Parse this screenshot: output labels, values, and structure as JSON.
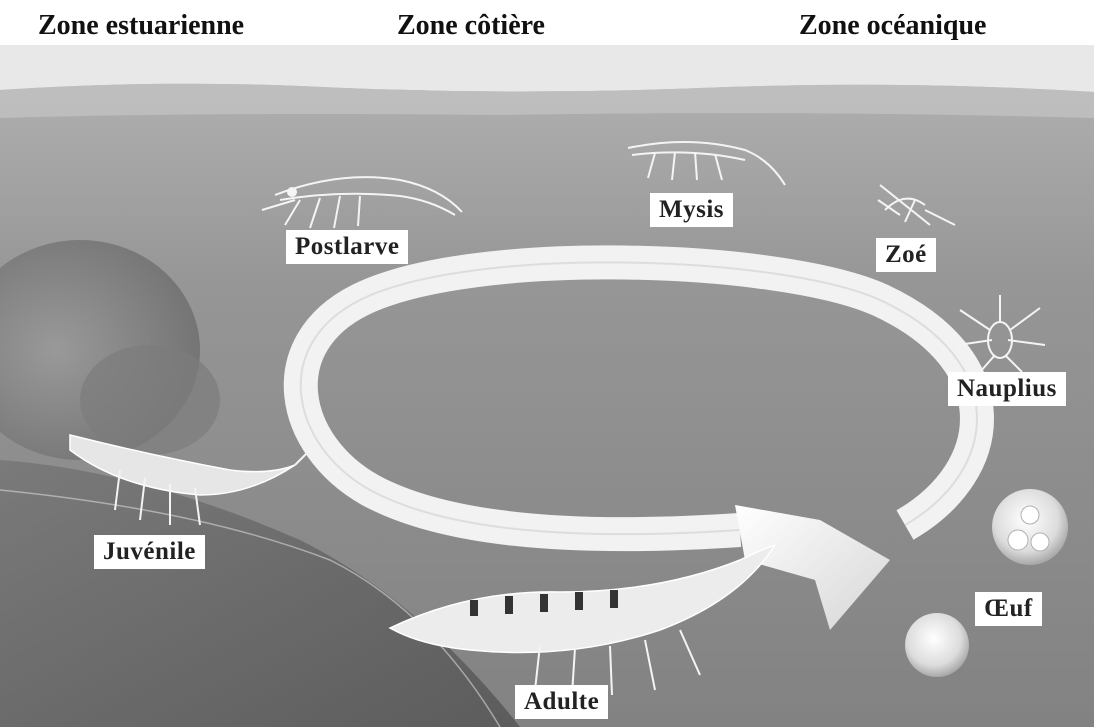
{
  "zones": [
    {
      "id": "estuarine",
      "label": "Zone estuarienne"
    },
    {
      "id": "coastal",
      "label": "Zone côtière"
    },
    {
      "id": "oceanic",
      "label": "Zone océanique"
    }
  ],
  "stages": {
    "postlarve": "Postlarve",
    "mysis": "Mysis",
    "zoe": "Zoé",
    "nauplius": "Nauplius",
    "juvenile": "Juvénile",
    "adulte": "Adulte",
    "oeuf": "Œuf"
  },
  "colors": {
    "water": "#8e8e8e",
    "sea_floor": "#6f6f6f",
    "cycle_arrow": "#f2f2f2",
    "label_bg": "#ffffff",
    "text": "#111111"
  }
}
